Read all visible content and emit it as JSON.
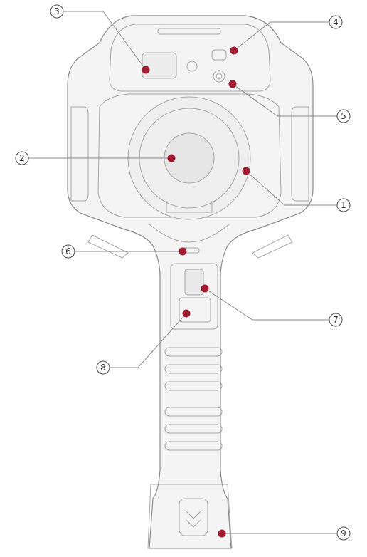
{
  "colors": {
    "marker": "#9e1b32",
    "outline": "#8c8c8c",
    "callout_line": "#8a8a8a"
  },
  "callouts": [
    {
      "id": "callout-1",
      "label": "1"
    },
    {
      "id": "callout-2",
      "label": "2"
    },
    {
      "id": "callout-3",
      "label": "3"
    },
    {
      "id": "callout-4",
      "label": "4"
    },
    {
      "id": "callout-5",
      "label": "5"
    },
    {
      "id": "callout-6",
      "label": "6"
    },
    {
      "id": "callout-7",
      "label": "7"
    },
    {
      "id": "callout-8",
      "label": "8"
    },
    {
      "id": "callout-9",
      "label": "9"
    }
  ]
}
